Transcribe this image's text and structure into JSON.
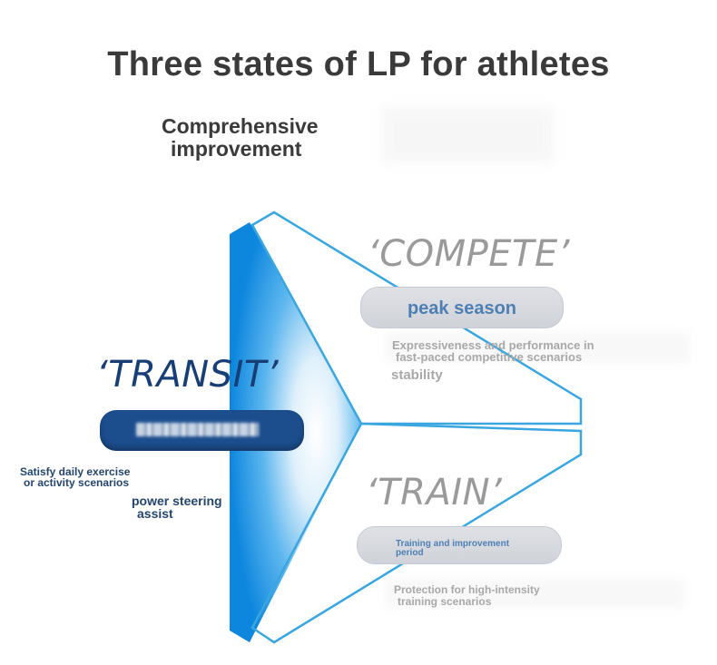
{
  "title": "Three states of LP for athletes",
  "subtitle": {
    "line1": "Comprehensive",
    "line2": "improvement"
  },
  "compete": {
    "word": "‘COMPETE’",
    "pill_label": "peak season",
    "desc_line1": "Expressiveness and performance in",
    "desc_line2": "fast-paced competitive scenarios",
    "desc2": "stability"
  },
  "train": {
    "word": "‘TRAIN’",
    "pill_line1": "Training and improvement",
    "pill_line2": "period",
    "desc_line1": "Protection for high-intensity",
    "desc_line2": "training scenarios"
  },
  "transit": {
    "word": "‘TRANSIT’",
    "desc_line1": "Satisfy daily exercise",
    "desc_line2": "or activity scenarios",
    "desc2_line1": "power steering",
    "desc2_line2": "assist"
  },
  "colors": {
    "blue_dark": "#173e75",
    "blue_bright": "#1a8fe3",
    "outline_blue": "#3aa6df",
    "grey_text": "#9a9a9a",
    "title_text": "#3a3a3a"
  }
}
